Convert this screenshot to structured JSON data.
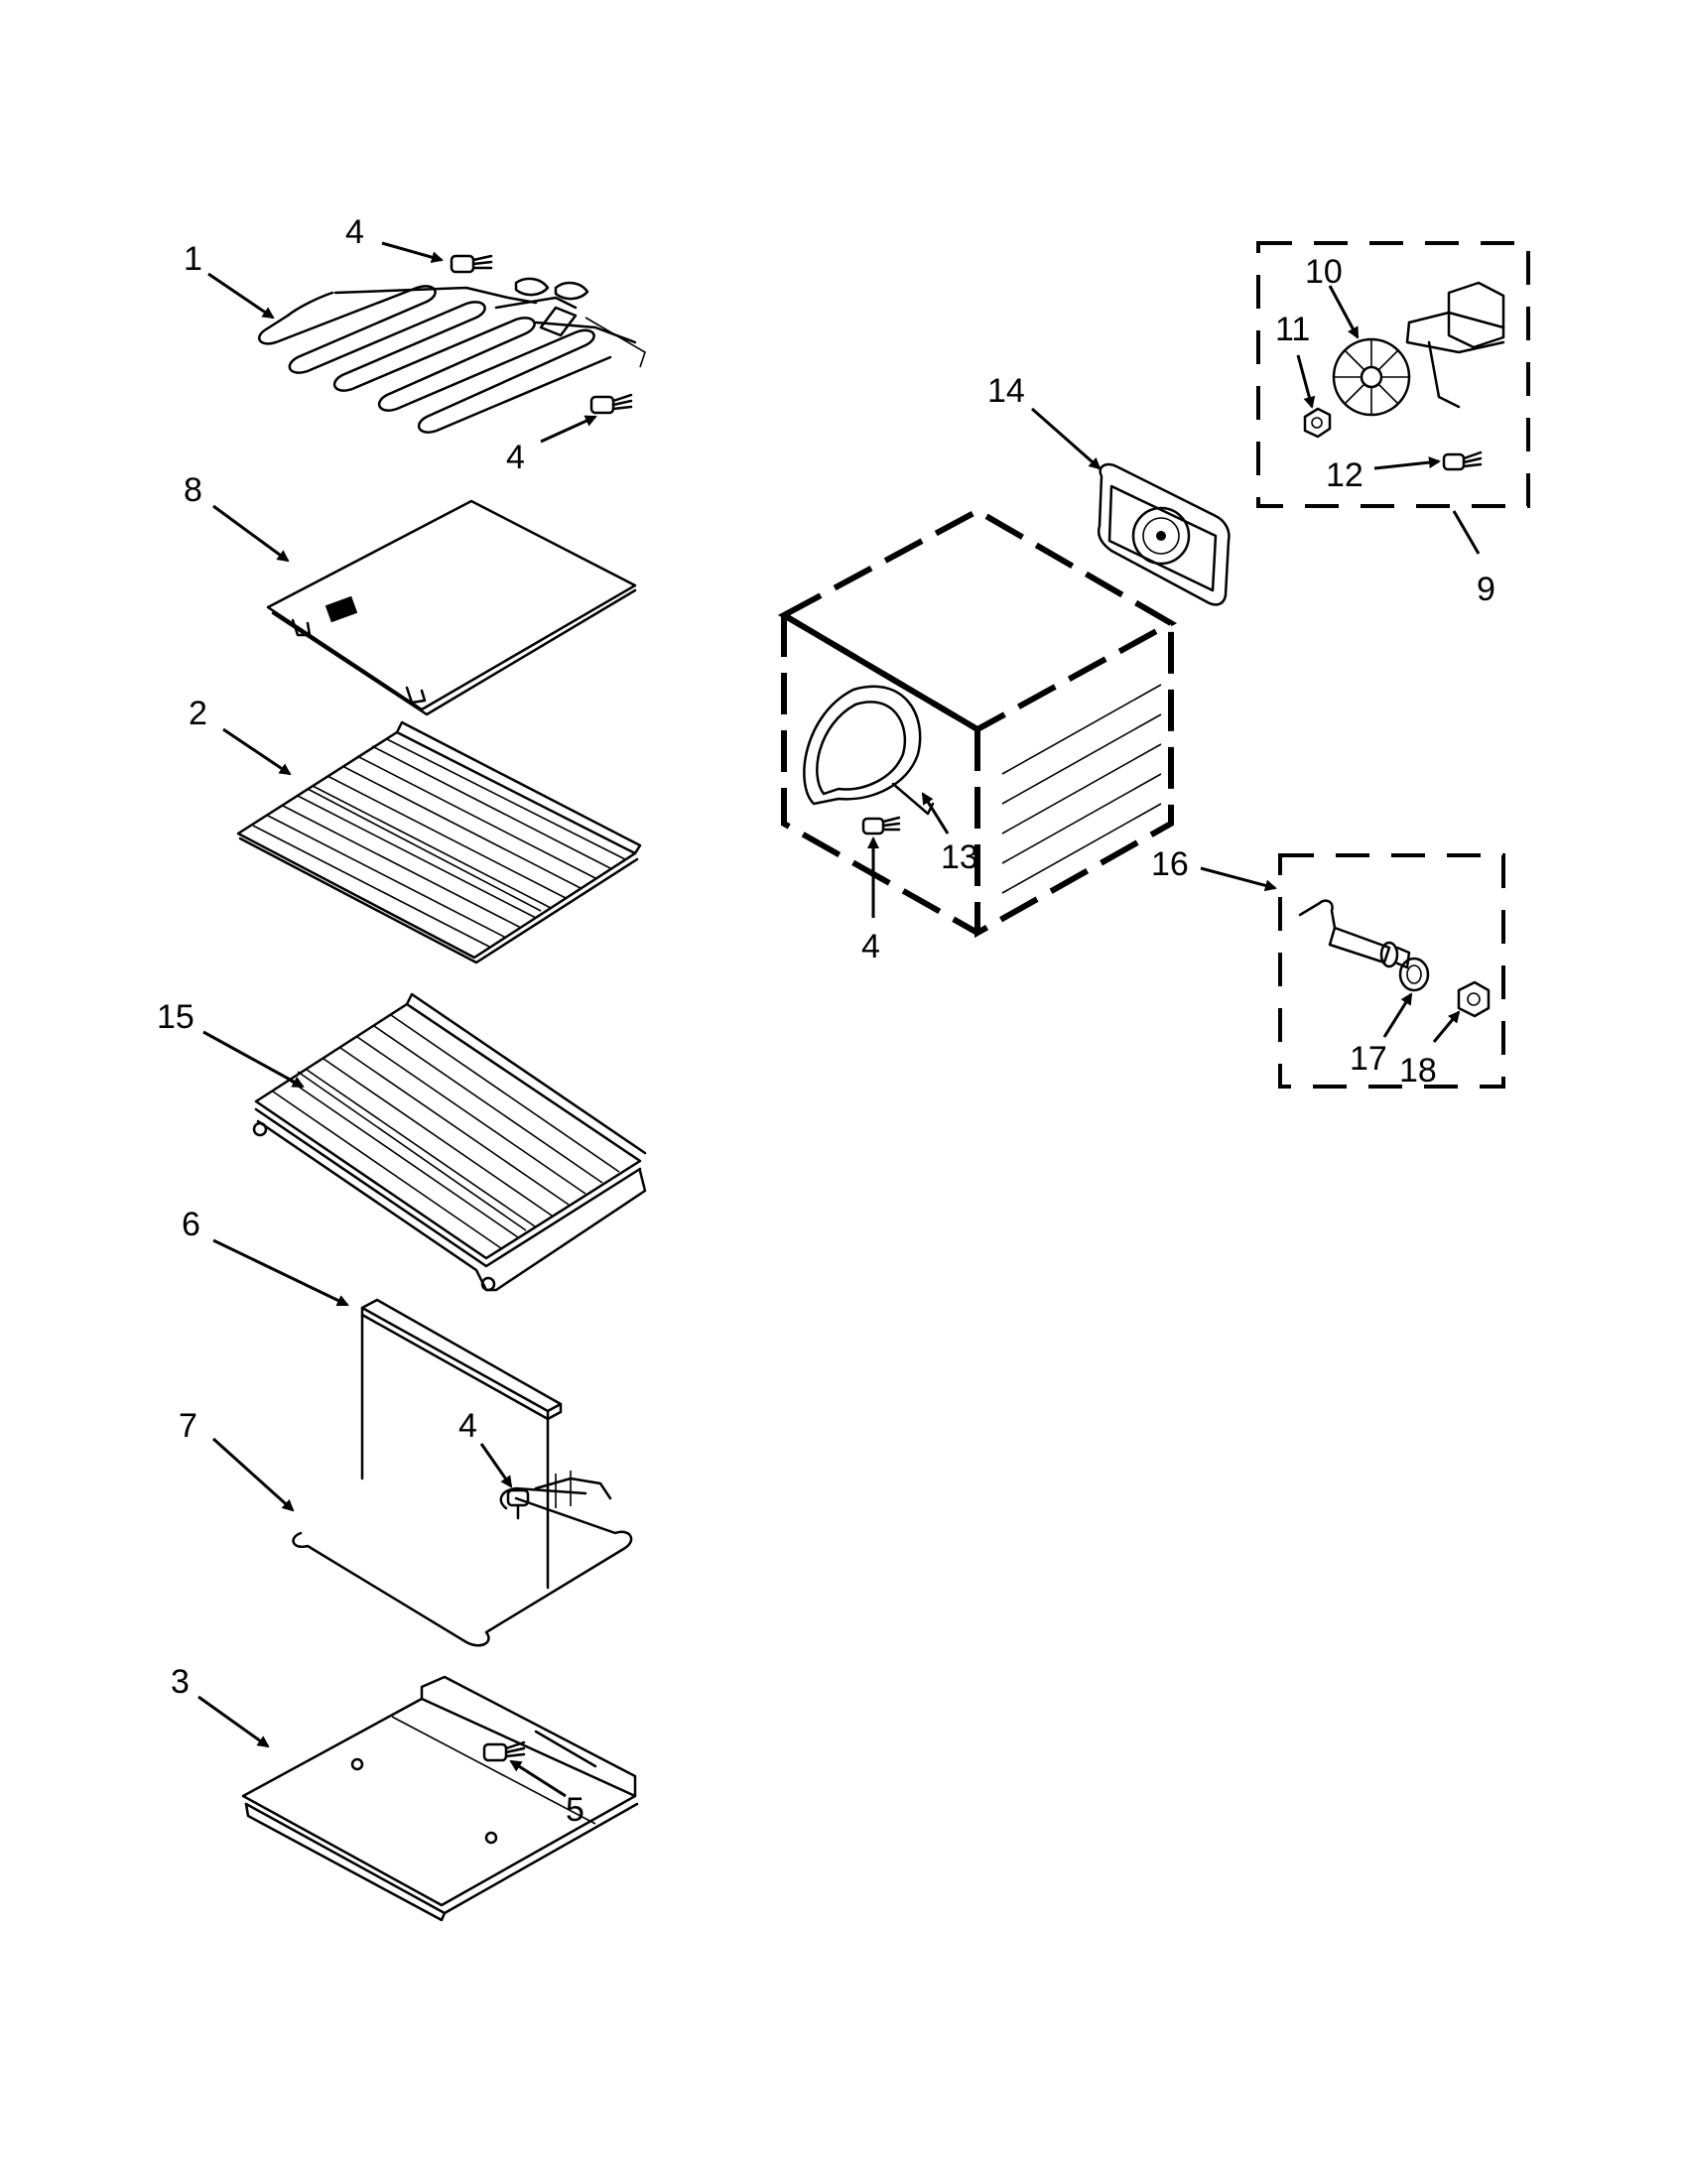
{
  "callouts": {
    "c1": "1",
    "c2": "2",
    "c3": "3",
    "c4_top": "4",
    "c4_top_right": "4",
    "c4_cavity": "4",
    "c4_bake": "4",
    "c5": "5",
    "c6": "6",
    "c7": "7",
    "c8": "8",
    "c9": "9",
    "c10": "10",
    "c11": "11",
    "c12": "12",
    "c13": "13",
    "c14": "14",
    "c15": "15",
    "c16": "16",
    "c17": "17",
    "c18": "18"
  }
}
